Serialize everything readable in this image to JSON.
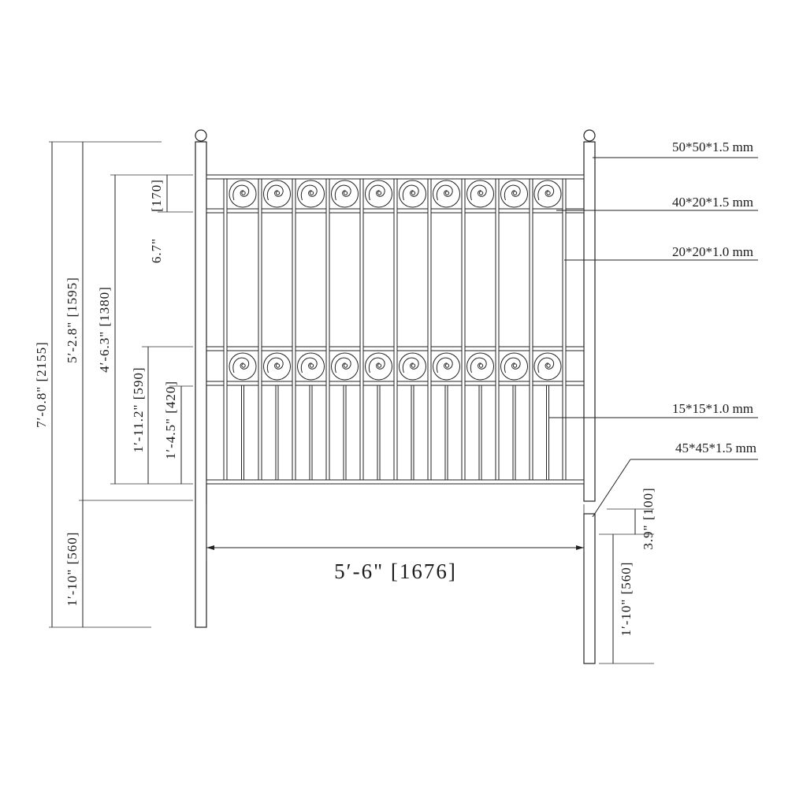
{
  "drawing": {
    "width_label": "5′-6\"  [1676]",
    "heights": {
      "total": "7′-0.8\"  [2155]",
      "above_ground": "5′-2.8\"  [1595]",
      "panel": "4′-6.3\"  [1380]",
      "top_band": "[170]",
      "top_band_in": "6.7\"",
      "mid_to_bottom": "1′-11.2\"  [590]",
      "lower_rail": "1′-4.5\"  [420]",
      "burial_left": "1′-10\"  [560]",
      "burial_right": "1′-10\"  [560]",
      "ground_gap": "3.9\"  [100]"
    },
    "callouts": [
      {
        "text": "50*50*1.5 mm",
        "part": "post"
      },
      {
        "text": "40*20*1.5 mm",
        "part": "rail"
      },
      {
        "text": "20*20*1.0 mm",
        "part": "picket"
      },
      {
        "text": "15*15*1.0 mm",
        "part": "short picket"
      },
      {
        "text": "45*45*1.5 mm",
        "part": "post end"
      }
    ],
    "scroll_count_per_row": 10
  }
}
